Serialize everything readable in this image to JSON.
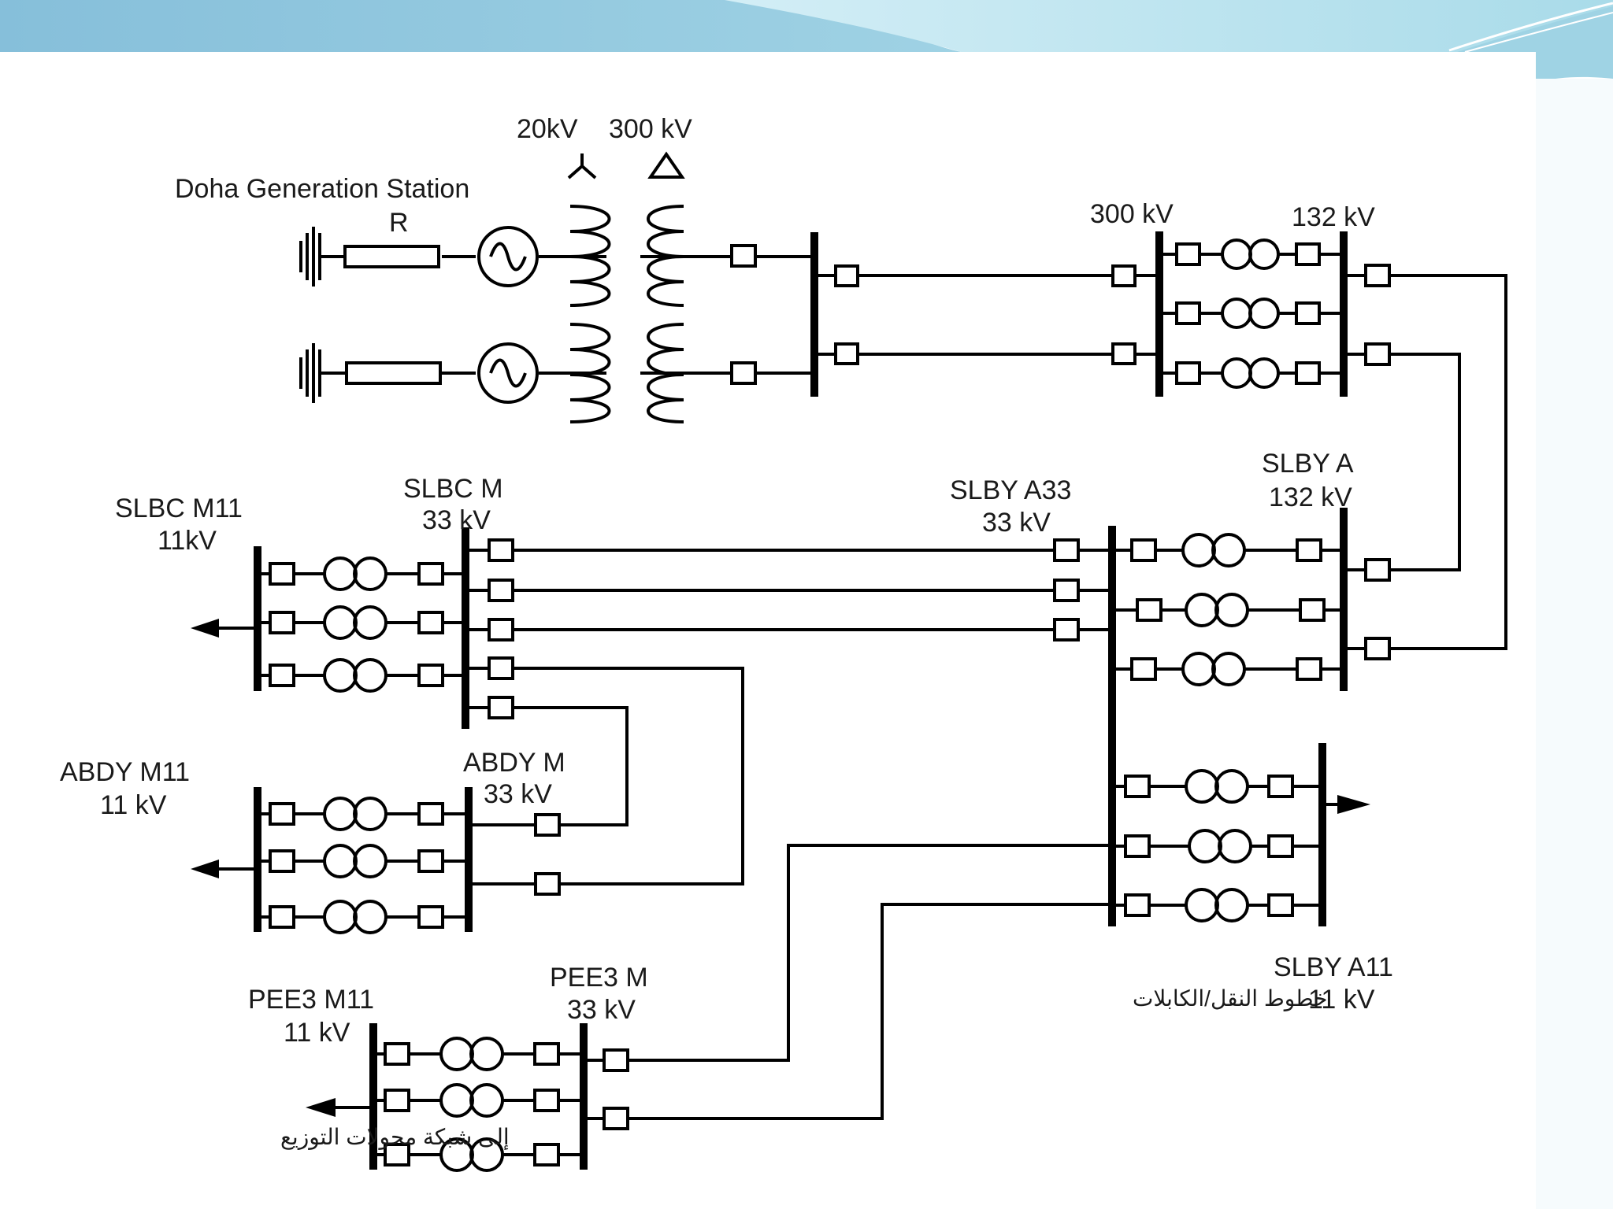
{
  "colors": {
    "banner_dark": "#8fc6de",
    "banner_light": "#c6e6f1",
    "wire": "#000000"
  },
  "generation": {
    "station": "Doha Generation Station",
    "resistor": "R",
    "lv_voltage": "20kV",
    "hv_voltage": "300 kV"
  },
  "bus_labels": {
    "hv_300": "300 kV",
    "hv_132": "132 kV",
    "slby_a_name": "SLBY A",
    "slby_a_kv": "132 kV",
    "slby_a33_name": "SLBY A33",
    "slby_a33_kv": "33 kV",
    "slby_a11_name": "SLBY A11",
    "slby_a11_kv": "11 kV",
    "slbc_m_name": "SLBC M",
    "slbc_m_kv": "33 kV",
    "slbc_m11_name": "SLBC M11",
    "slbc_m11_kv": "11kV",
    "abdy_m_name": "ABDY M",
    "abdy_m_kv": "33 kV",
    "abdy_m11_name": "ABDY M11",
    "abdy_m11_kv": "11 kV",
    "pee3_m_name": "PEE3 M",
    "pee3_m_kv": "33 kV",
    "pee3_m11_name": "PEE3 M11",
    "pee3_m11_kv": "11 kV"
  },
  "annotations": {
    "lines_cables": "خطوط النقل/الكابلات",
    "to_distribution": "إلى شبكة محولات التوزيع"
  }
}
